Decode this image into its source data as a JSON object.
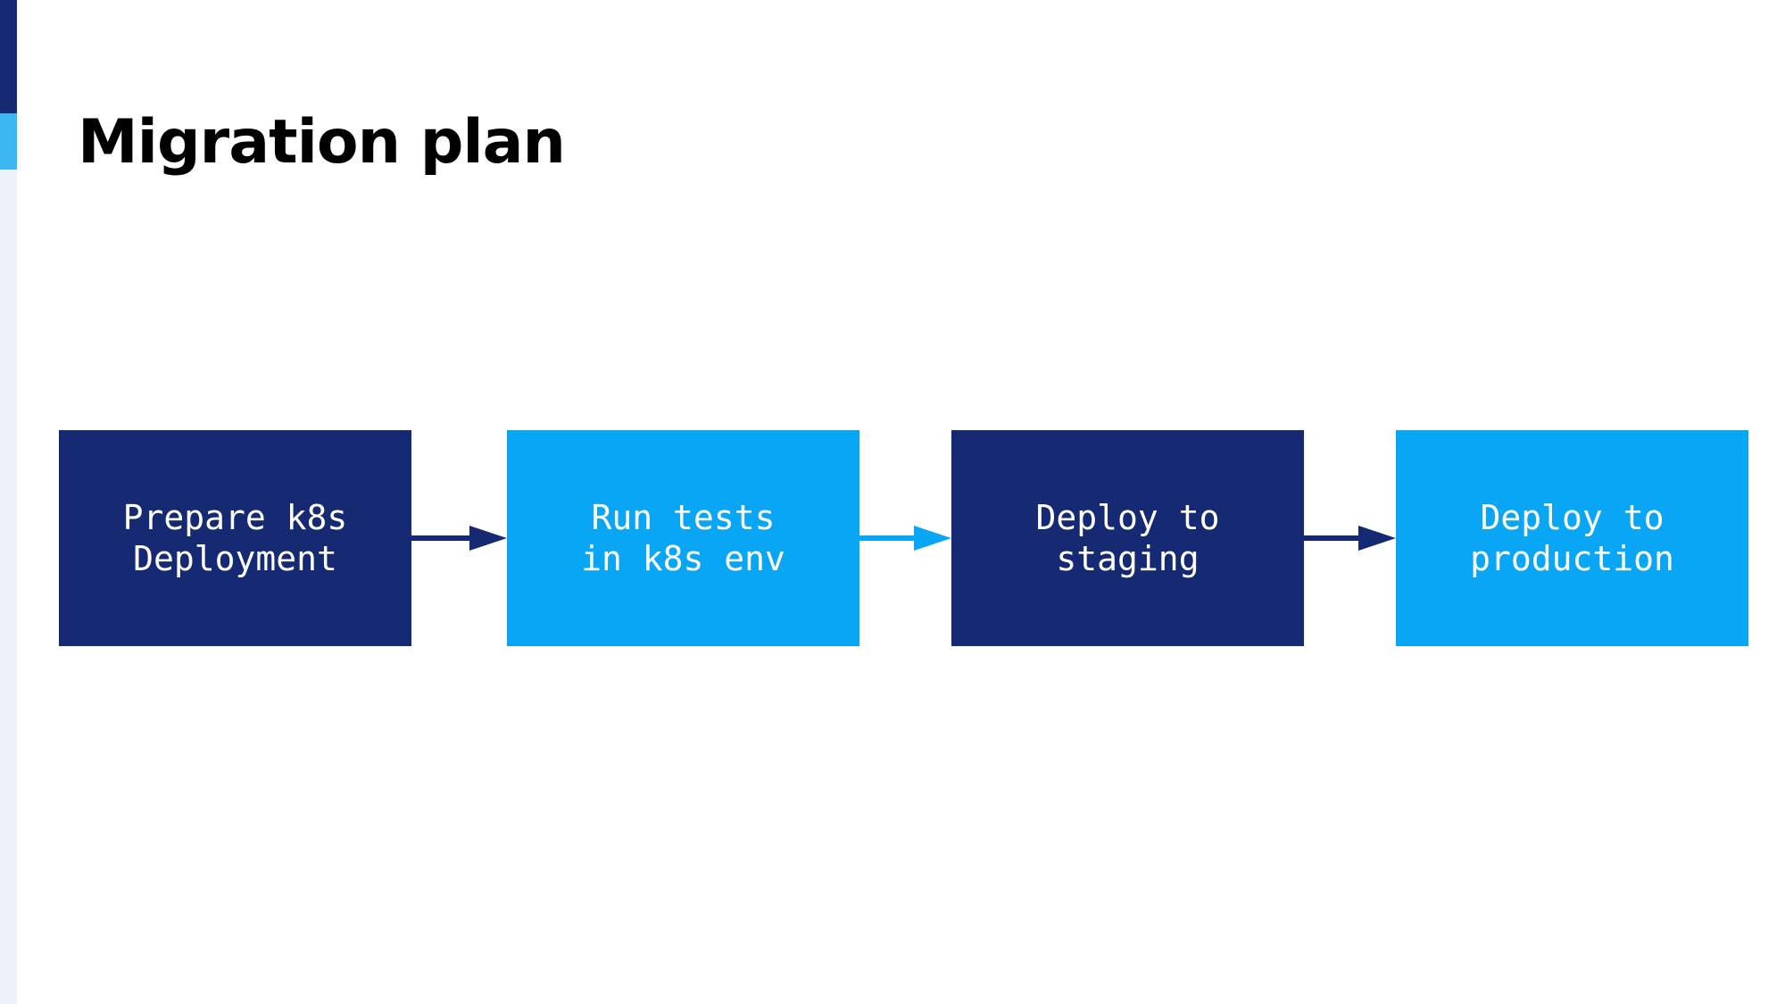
{
  "slide": {
    "title": "Migration plan"
  },
  "steps": [
    {
      "label": "Prepare k8s\nDeployment",
      "color": "#152a73"
    },
    {
      "label": "Run tests\nin k8s env",
      "color": "#0aa6f6"
    },
    {
      "label": "Deploy to\nstaging",
      "color": "#152a73"
    },
    {
      "label": "Deploy to\nproduction",
      "color": "#0aa6f6"
    }
  ],
  "arrows": [
    {
      "from": "Prepare k8s Deployment",
      "to": "Run tests in k8s env",
      "color": "#152a73"
    },
    {
      "from": "Run tests in k8s env",
      "to": "Deploy to staging",
      "color": "#0aa6f6"
    },
    {
      "from": "Deploy to staging",
      "to": "Deploy to production",
      "color": "#152a73"
    }
  ],
  "colors": {
    "dark": "#152a73",
    "light": "#0aa6f6",
    "accent_top": "#152a73",
    "accent_mid": "#3db7f2",
    "accent_rest": "#ecf2f7"
  }
}
